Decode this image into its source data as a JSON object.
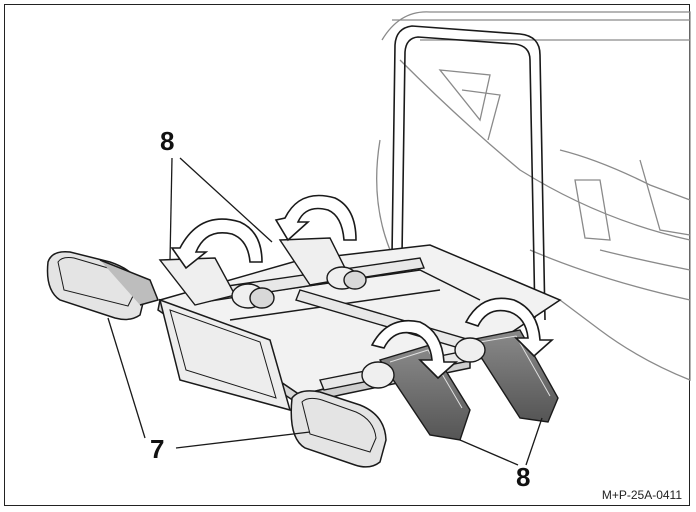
{
  "callouts": {
    "top_label": "8",
    "left_label": "7",
    "bottom_right_label": "8"
  },
  "reference_code": "M+P-25A-0411",
  "colors": {
    "line": "#1a1a1a",
    "fill_light": "#f2f2f2",
    "fill_mid": "#d6d6d6",
    "fill_dark": "#9a9a9a"
  },
  "icons": [
    "rotation-arrow-icon"
  ]
}
